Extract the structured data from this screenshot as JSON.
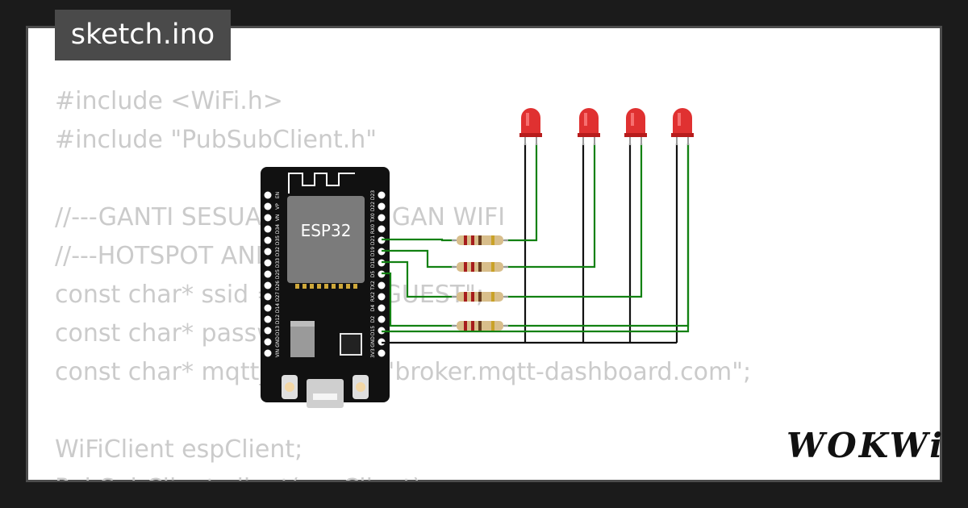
{
  "tab": {
    "title": "sketch.ino"
  },
  "code": [
    "#include <WiFi.h>",
    "#include \"PubSubClient.h\"",
    "",
    "//---GANTI SESUAIKAN JARINGAN WIFI",
    "//---HOTSPOT ANDROID",
    "const char* ssid = \"Wokwi-GUEST\";",
    "const char* password = \"\";",
    "const char* mqtt_server = \"broker.mqtt-dashboard.com\";",
    "",
    "WiFiClient espClient;",
    "PubSubClient client(espClient);"
  ],
  "board": {
    "chip_label": "ESP32",
    "left_pins": [
      "EN",
      "VP",
      "VN",
      "D34",
      "D35",
      "D32",
      "D33",
      "D25",
      "D26",
      "D27",
      "D14",
      "D12",
      "D13",
      "GND",
      "VIN"
    ],
    "right_pins": [
      "D23",
      "D22",
      "TX0",
      "RX0",
      "D21",
      "D19",
      "D18",
      "D5",
      "TX2",
      "RX2",
      "D4",
      "D2",
      "D15",
      "GND",
      "3V3"
    ]
  },
  "leds": {
    "count": 4,
    "color": "#e03131"
  },
  "wires": {
    "signal_color": "#128112",
    "ground_color": "#111111"
  },
  "brand": {
    "logo_text": "WOKWi"
  }
}
